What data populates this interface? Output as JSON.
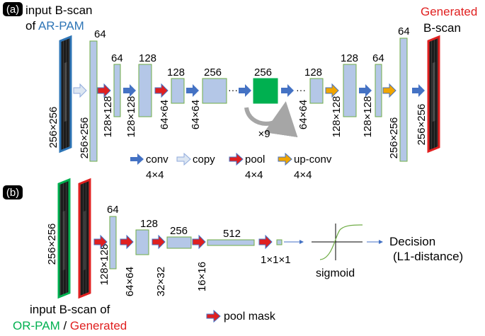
{
  "panel_a": {
    "label": "(a)",
    "input_title": {
      "line1": "input B-scan",
      "line2_prefix": "of ",
      "line2_colored": "AR-PAM"
    },
    "output_title": {
      "line1": "Generated",
      "line2": "B-scan"
    },
    "input_dim": "256×256",
    "output_dim": "256×256",
    "blocks": [
      {
        "channels": "64",
        "dim": "256×256"
      },
      {
        "channels": "64",
        "dim": "128×128"
      },
      {
        "channels": "128",
        "dim": "128×128"
      },
      {
        "channels": "128",
        "dim": "64×64"
      },
      {
        "channels": "256",
        "dim": "64×64"
      },
      {
        "channels": "256",
        "dim": ""
      },
      {
        "channels": "128",
        "dim": "64×64"
      },
      {
        "channels": "128",
        "dim": "128×128"
      },
      {
        "channels": "64",
        "dim": "128×128"
      },
      {
        "channels": "64",
        "dim": "256×256"
      }
    ],
    "ellipsis": "···",
    "repeat_label": "×9",
    "legend": [
      {
        "name": "conv",
        "sub": "4×4",
        "color": "#4472c4"
      },
      {
        "name": "copy",
        "sub": "",
        "color": "#b4c7e7"
      },
      {
        "name": "pool",
        "sub": "4×4",
        "color": "#e02020"
      },
      {
        "name": "up-conv",
        "sub": "4×4",
        "color": "#f0a500"
      }
    ]
  },
  "panel_b": {
    "label": "(b)",
    "input_dim": "256×256",
    "input_caption": {
      "line1": "input B-scan of",
      "part1": "OR-PAM",
      "sep": " / ",
      "part2": "Generated"
    },
    "blocks": [
      {
        "channels": "64",
        "dim": "128×128"
      },
      {
        "channels": "128",
        "dim": "64×64"
      },
      {
        "channels": "256",
        "dim": "32×32"
      },
      {
        "channels": "512",
        "dim": "16×16"
      }
    ],
    "final_dim": "1×1×1",
    "sigmoid_label": "sigmoid",
    "decision": {
      "line1": "Decision",
      "line2": "(L1-distance)"
    },
    "legend_pool_mask": "pool mask"
  },
  "colors": {
    "block_fill": "#b4c7e7",
    "block_stroke": "#70ad47",
    "bottleneck": "#00b050",
    "input_border_blue": "#2e75b6",
    "output_border_red": "#e02020",
    "orpam_border_green": "#00b050",
    "ar_pam_text": "#2e75b6",
    "generated_text": "#e02020",
    "orpam_text": "#00b050",
    "arrow_blue": "#4472c4",
    "arrow_red": "#e02020",
    "arrow_orange": "#f0a500",
    "arrow_light": "#b4c7e7",
    "loop_gray": "#a6a6a6"
  }
}
